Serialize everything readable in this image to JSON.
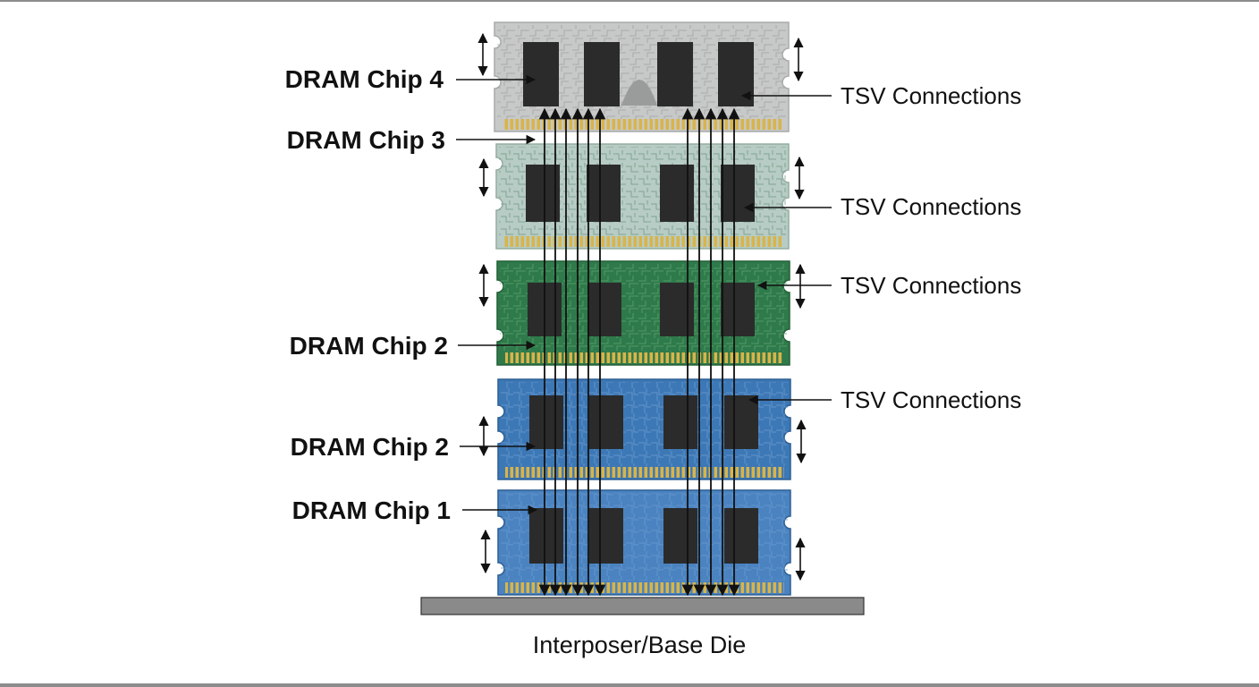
{
  "left_labels": [
    "DRAM Chip 4",
    "DRAM Chip 3",
    "DRAM Chip 2",
    "DRAM Chip 2",
    "DRAM Chip 1"
  ],
  "right_labels": [
    "TSV Connections",
    "TSV Connections",
    "TSV Connections",
    "TSV Connections"
  ],
  "base_label": "Interposer/Base Die",
  "colors": {
    "module_gray": "#c7c9c8",
    "module_sage": "#b7ccc4",
    "module_green": "#2f7a4a",
    "module_blue": "#3d78b6",
    "module_blue_light": "#4a83c0",
    "chip": "#2b2b2b",
    "gold_pins": "#d8b44a",
    "base_die": "#8a8a8a"
  },
  "icons": [
    "vertical-double-arrow-icon",
    "tsv-arrow-icon"
  ]
}
